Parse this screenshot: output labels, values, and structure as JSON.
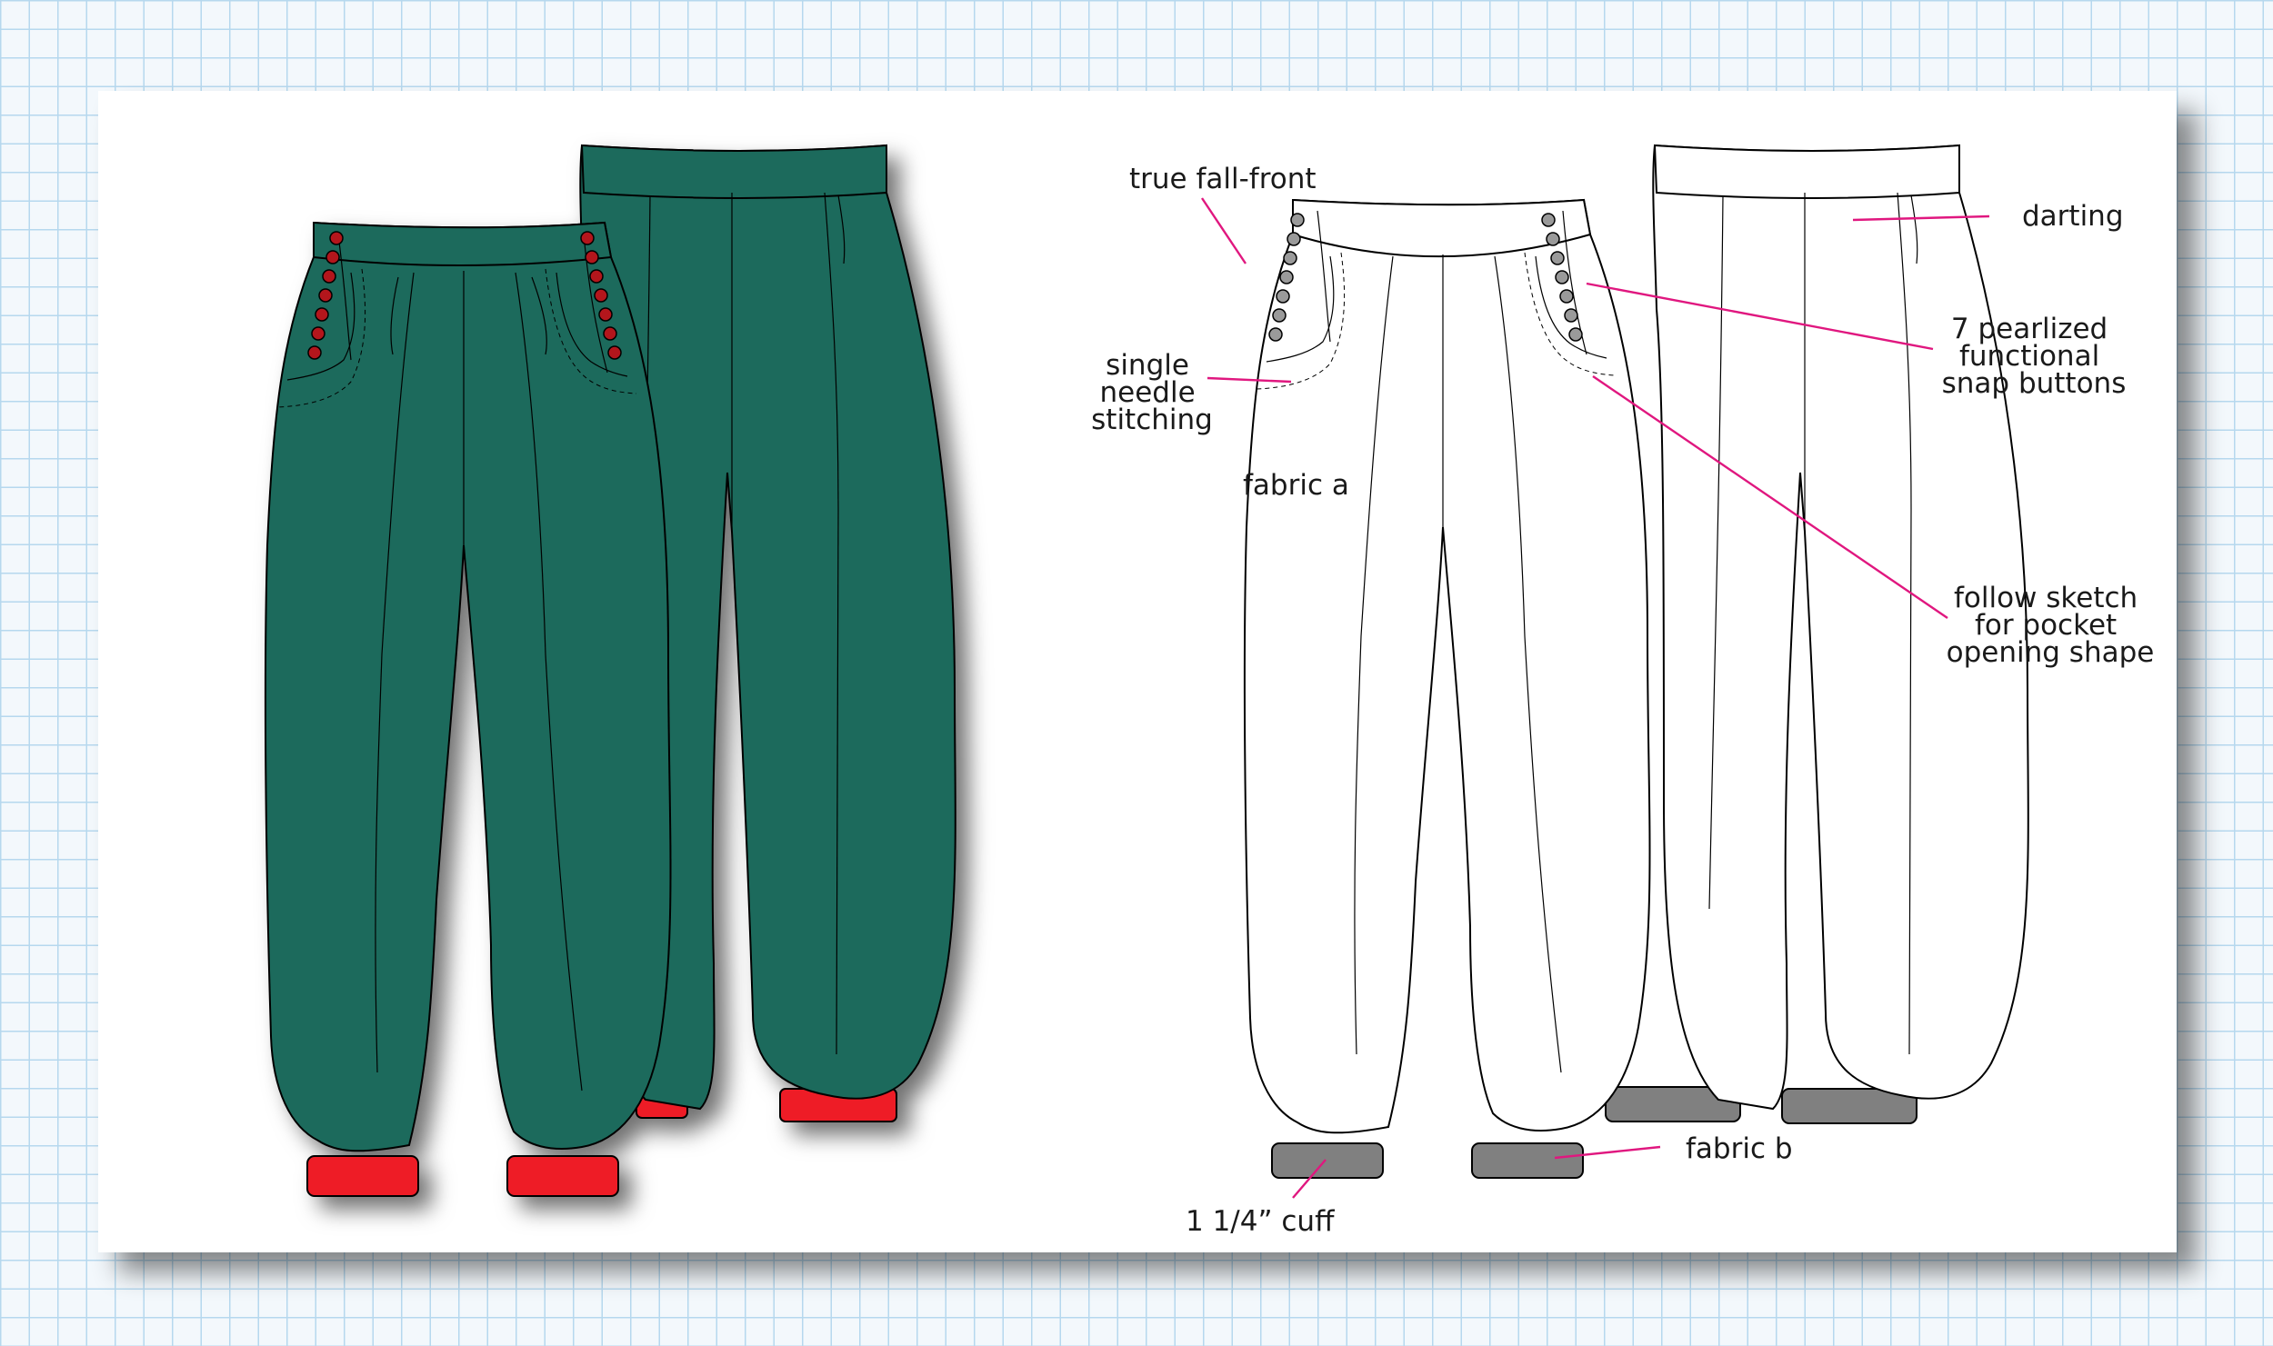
{
  "colors": {
    "fabric_a": "#1c6b5b",
    "fabric_a_shadow": "#0f3f35",
    "cuff_color": "#ee1c25",
    "cuff_flat": "#808080",
    "buttons": "#b3131e",
    "buttons_flat": "#9a9a9a",
    "callout_line": "#e0177f",
    "grid": "#b6d8ee",
    "sheet": "#ffffff"
  },
  "illustration": {
    "colored_views": [
      "back",
      "front"
    ],
    "button_count_per_side": 7
  },
  "annotations": {
    "true_fall_front": "true fall-front",
    "darting": "darting",
    "snap_buttons": [
      "7 pearlized",
      "functional",
      "snap buttons"
    ],
    "single_needle": [
      "single",
      "needle",
      "stitching"
    ],
    "fabric_a": "fabric a",
    "pocket_shape": [
      "follow sketch",
      "for pocket",
      "opening shape"
    ],
    "fabric_b": "fabric b",
    "cuff": "1 1/4” cuff"
  }
}
